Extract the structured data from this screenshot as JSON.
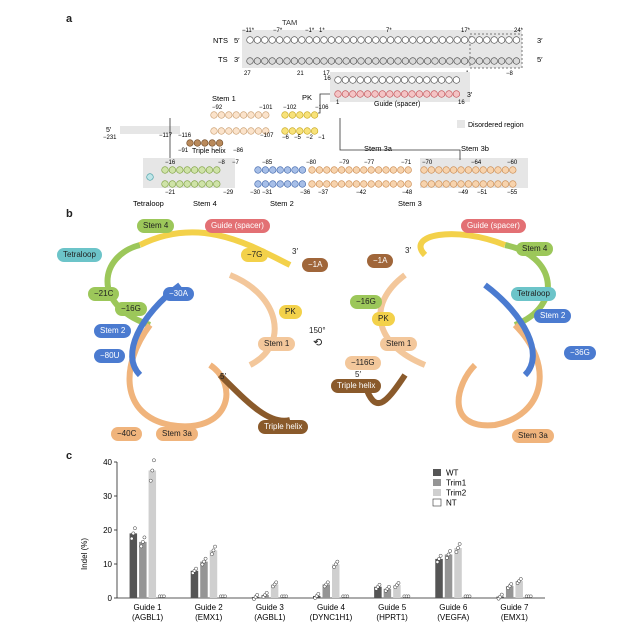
{
  "panels": {
    "a": "a",
    "b": "b",
    "c": "c"
  },
  "panel_a": {
    "tam": "TAM",
    "nts": "NTS",
    "ts": "TS",
    "five_prime": "5′",
    "three_prime": "3′",
    "nts_pos": [
      "−11*",
      "−7*",
      "−1*",
      "1*",
      "7*",
      "17*",
      "24*"
    ],
    "ts_pos": [
      "27",
      "21",
      "17",
      "−1",
      "−8"
    ],
    "guide_pos": [
      "16",
      "1",
      "16"
    ],
    "guide_label": "Guide (spacer)",
    "stem1": "Stem 1",
    "pk": "PK",
    "triple_helix": "Triple helix",
    "stem1_pos": [
      "−92",
      "−101",
      "−102",
      "−106",
      "−117",
      "−116",
      "−107",
      "−6",
      "−5",
      "−2",
      "−1",
      "−231",
      "−91",
      "−86"
    ],
    "disordered": "Disordered region",
    "stem3a": "Stem 3a",
    "stem3b": "Stem 3b",
    "stem2": "Stem 2",
    "stem3": "Stem 3",
    "stem4": "Stem 4",
    "tetraloop": "Tetraloop",
    "lower_pos": [
      "−16",
      "−8",
      "−7",
      "−21",
      "−29",
      "−85",
      "−80",
      "−79",
      "−77",
      "−71",
      "−70",
      "−64",
      "−60",
      "−30",
      "−31",
      "−36",
      "−37",
      "−42",
      "−48",
      "−49",
      "−51",
      "−55"
    ]
  },
  "panel_b": {
    "left": [
      "Stem 4",
      "Guide (spacer)",
      "Tetraloop",
      "−7G",
      "3′",
      "−1A",
      "−21C",
      "−30A",
      "−16G",
      "PK",
      "Stem 2",
      "Stem 1",
      "−80U",
      "5′",
      "−40C",
      "Stem 3a",
      "Triple helix"
    ],
    "rotation": "150°",
    "right": [
      "Guide (spacer)",
      "−1A",
      "3′",
      "Stem 4",
      "Tetraloop",
      "−16G",
      "PK",
      "Stem 2",
      "Stem 1",
      "−36G",
      "−116G",
      "5′",
      "Triple helix",
      "Stem 3a"
    ]
  },
  "colors": {
    "stem1": "#f3c79b",
    "pk": "#f3d14a",
    "triple_helix": "#8a5a2b",
    "stem2": "#4b7bd0",
    "stem3": "#f0b47c",
    "stem4": "#9cc75a",
    "tetraloop": "#6cc4c9",
    "guide": "#e37074",
    "wt": "#555555",
    "trim1": "#959595",
    "trim2": "#cfcfcf",
    "nt": "#ffffff"
  },
  "chart_data": {
    "type": "bar",
    "ylabel": "Indel (%)",
    "ylim": [
      0,
      40
    ],
    "yticks": [
      0,
      10,
      20,
      30,
      40
    ],
    "categories": [
      "Guide 1\n(AGBL1)",
      "Guide 2\n(EMX1)",
      "Guide 3\n(AGBL1)",
      "Guide 4\n(DYNC1H1)",
      "Guide 5\n(HPRT1)",
      "Guide 6\n(VEGFA)",
      "Guide 7\n(EMX1)"
    ],
    "category_lines": [
      [
        "Guide 1",
        "(AGBL1)"
      ],
      [
        "Guide 2",
        "(EMX1)"
      ],
      [
        "Guide 3",
        "(AGBL1)"
      ],
      [
        "Guide 4",
        "(DYNC1H1)"
      ],
      [
        "Guide 5",
        "(HPRT1)"
      ],
      [
        "Guide 6",
        "(VEGFA)"
      ],
      [
        "Guide 7",
        "(EMX1)"
      ]
    ],
    "legend_position": "top-right",
    "series": [
      {
        "name": "WT",
        "values": [
          19.0,
          8.0,
          0.3,
          0.6,
          3.3,
          11.5,
          0.4
        ]
      },
      {
        "name": "Trim1",
        "values": [
          16.5,
          10.7,
          0.9,
          4.0,
          2.7,
          12.8,
          3.5
        ]
      },
      {
        "name": "Trim2",
        "values": [
          37.5,
          14.0,
          4.0,
          9.9,
          3.8,
          14.7,
          5.0
        ]
      },
      {
        "name": "NT",
        "values": [
          0,
          0,
          0,
          0,
          0,
          0,
          0
        ]
      }
    ]
  }
}
